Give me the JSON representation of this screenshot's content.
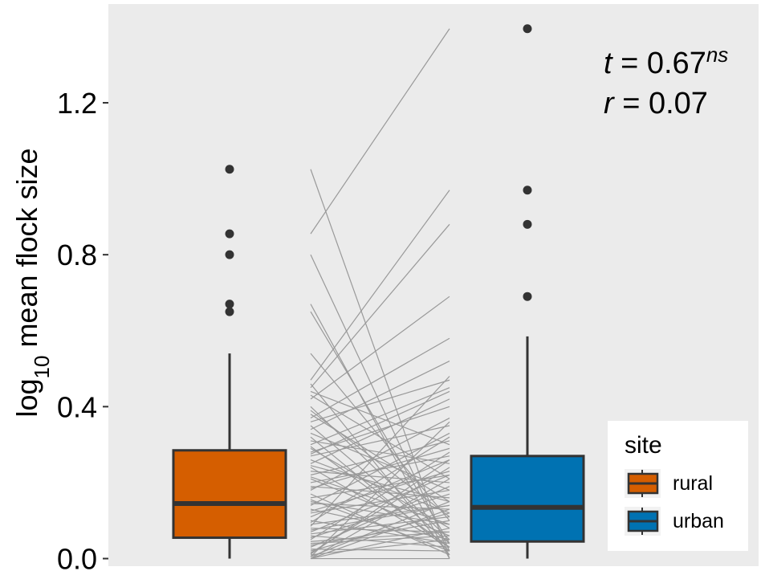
{
  "chart_data": {
    "type": "box",
    "ylabel": "log10 mean flock size",
    "ylabel_parts": {
      "base": "log",
      "sub": "10",
      "rest": " mean flock size"
    },
    "ylim": [
      -0.02,
      1.46
    ],
    "yticks": [
      0.0,
      0.4,
      0.8,
      1.2
    ],
    "ytick_labels": [
      "0.0",
      "0.4",
      "0.8",
      "1.2"
    ],
    "grid": false,
    "background": "#ebebeb",
    "categories": [
      "rural",
      "urban"
    ],
    "boxes": [
      {
        "name": "rural",
        "color": "#d55e00",
        "min": 0.0,
        "q1": 0.055,
        "median": 0.145,
        "q3": 0.285,
        "whisker_high": 0.54,
        "outliers": [
          0.65,
          0.67,
          0.8,
          0.855,
          1.025
        ]
      },
      {
        "name": "urban",
        "color": "#0072b2",
        "min": 0.0,
        "q1": 0.045,
        "median": 0.135,
        "q3": 0.27,
        "whisker_high": 0.585,
        "outliers": [
          0.69,
          0.88,
          0.97,
          1.395
        ]
      }
    ],
    "paired_lines": {
      "color": "#999999",
      "pairs": [
        [
          1.025,
          0.0
        ],
        [
          0.855,
          1.395
        ],
        [
          0.8,
          0.02
        ],
        [
          0.67,
          0.0
        ],
        [
          0.65,
          0.04
        ],
        [
          0.54,
          0.1
        ],
        [
          0.47,
          0.97
        ],
        [
          0.45,
          0.88
        ],
        [
          0.44,
          0.3
        ],
        [
          0.42,
          0.69
        ],
        [
          0.4,
          0.05
        ],
        [
          0.38,
          0.15
        ],
        [
          0.37,
          0.58
        ],
        [
          0.36,
          0.47
        ],
        [
          0.34,
          0.52
        ],
        [
          0.32,
          0.02
        ],
        [
          0.31,
          0.25
        ],
        [
          0.3,
          0.45
        ],
        [
          0.29,
          0.08
        ],
        [
          0.28,
          0.4
        ],
        [
          0.27,
          0.35
        ],
        [
          0.26,
          0.12
        ],
        [
          0.25,
          0.42
        ],
        [
          0.24,
          0.03
        ],
        [
          0.23,
          0.2
        ],
        [
          0.22,
          0.31
        ],
        [
          0.21,
          0.06
        ],
        [
          0.2,
          0.27
        ],
        [
          0.19,
          0.16
        ],
        [
          0.18,
          0.37
        ],
        [
          0.17,
          0.01
        ],
        [
          0.16,
          0.22
        ],
        [
          0.15,
          0.09
        ],
        [
          0.145,
          0.13
        ],
        [
          0.14,
          0.33
        ],
        [
          0.13,
          0.05
        ],
        [
          0.12,
          0.18
        ],
        [
          0.11,
          0.26
        ],
        [
          0.1,
          0.04
        ],
        [
          0.09,
          0.14
        ],
        [
          0.085,
          0.48
        ],
        [
          0.08,
          0.07
        ],
        [
          0.07,
          0.22
        ],
        [
          0.065,
          0.11
        ],
        [
          0.06,
          0.03
        ],
        [
          0.055,
          0.17
        ],
        [
          0.05,
          0.28
        ],
        [
          0.04,
          0.06
        ],
        [
          0.035,
          0.1
        ],
        [
          0.03,
          0.19
        ],
        [
          0.025,
          0.02
        ],
        [
          0.02,
          0.12
        ],
        [
          0.015,
          0.24
        ],
        [
          0.01,
          0.05
        ],
        [
          0.005,
          0.15
        ],
        [
          0.0,
          0.08
        ],
        [
          0.0,
          0.21
        ],
        [
          0.0,
          0.0
        ],
        [
          0.0,
          0.13
        ],
        [
          0.005,
          0.36
        ],
        [
          0.46,
          0.01
        ],
        [
          0.43,
          0.21
        ],
        [
          0.39,
          0.11
        ],
        [
          0.35,
          0.04
        ],
        [
          0.33,
          0.18
        ],
        [
          0.295,
          0.03
        ],
        [
          0.275,
          0.44
        ],
        [
          0.245,
          0.15
        ],
        [
          0.215,
          0.09
        ],
        [
          0.185,
          0.29
        ],
        [
          0.155,
          0.02
        ],
        [
          0.125,
          0.23
        ],
        [
          0.095,
          0.32
        ],
        [
          0.075,
          0.14
        ],
        [
          0.045,
          0.07
        ],
        [
          0.012,
          0.26
        ]
      ]
    },
    "annotations": [
      {
        "var": "t",
        "text": " = 0.67",
        "sup": "ns"
      },
      {
        "var": "r",
        "text": " = 0.07",
        "sup": ""
      }
    ],
    "legend": {
      "title": "site",
      "placement": "bottom-right",
      "entries": [
        {
          "label": "rural",
          "color": "#d55e00"
        },
        {
          "label": "urban",
          "color": "#0072b2"
        }
      ]
    }
  }
}
